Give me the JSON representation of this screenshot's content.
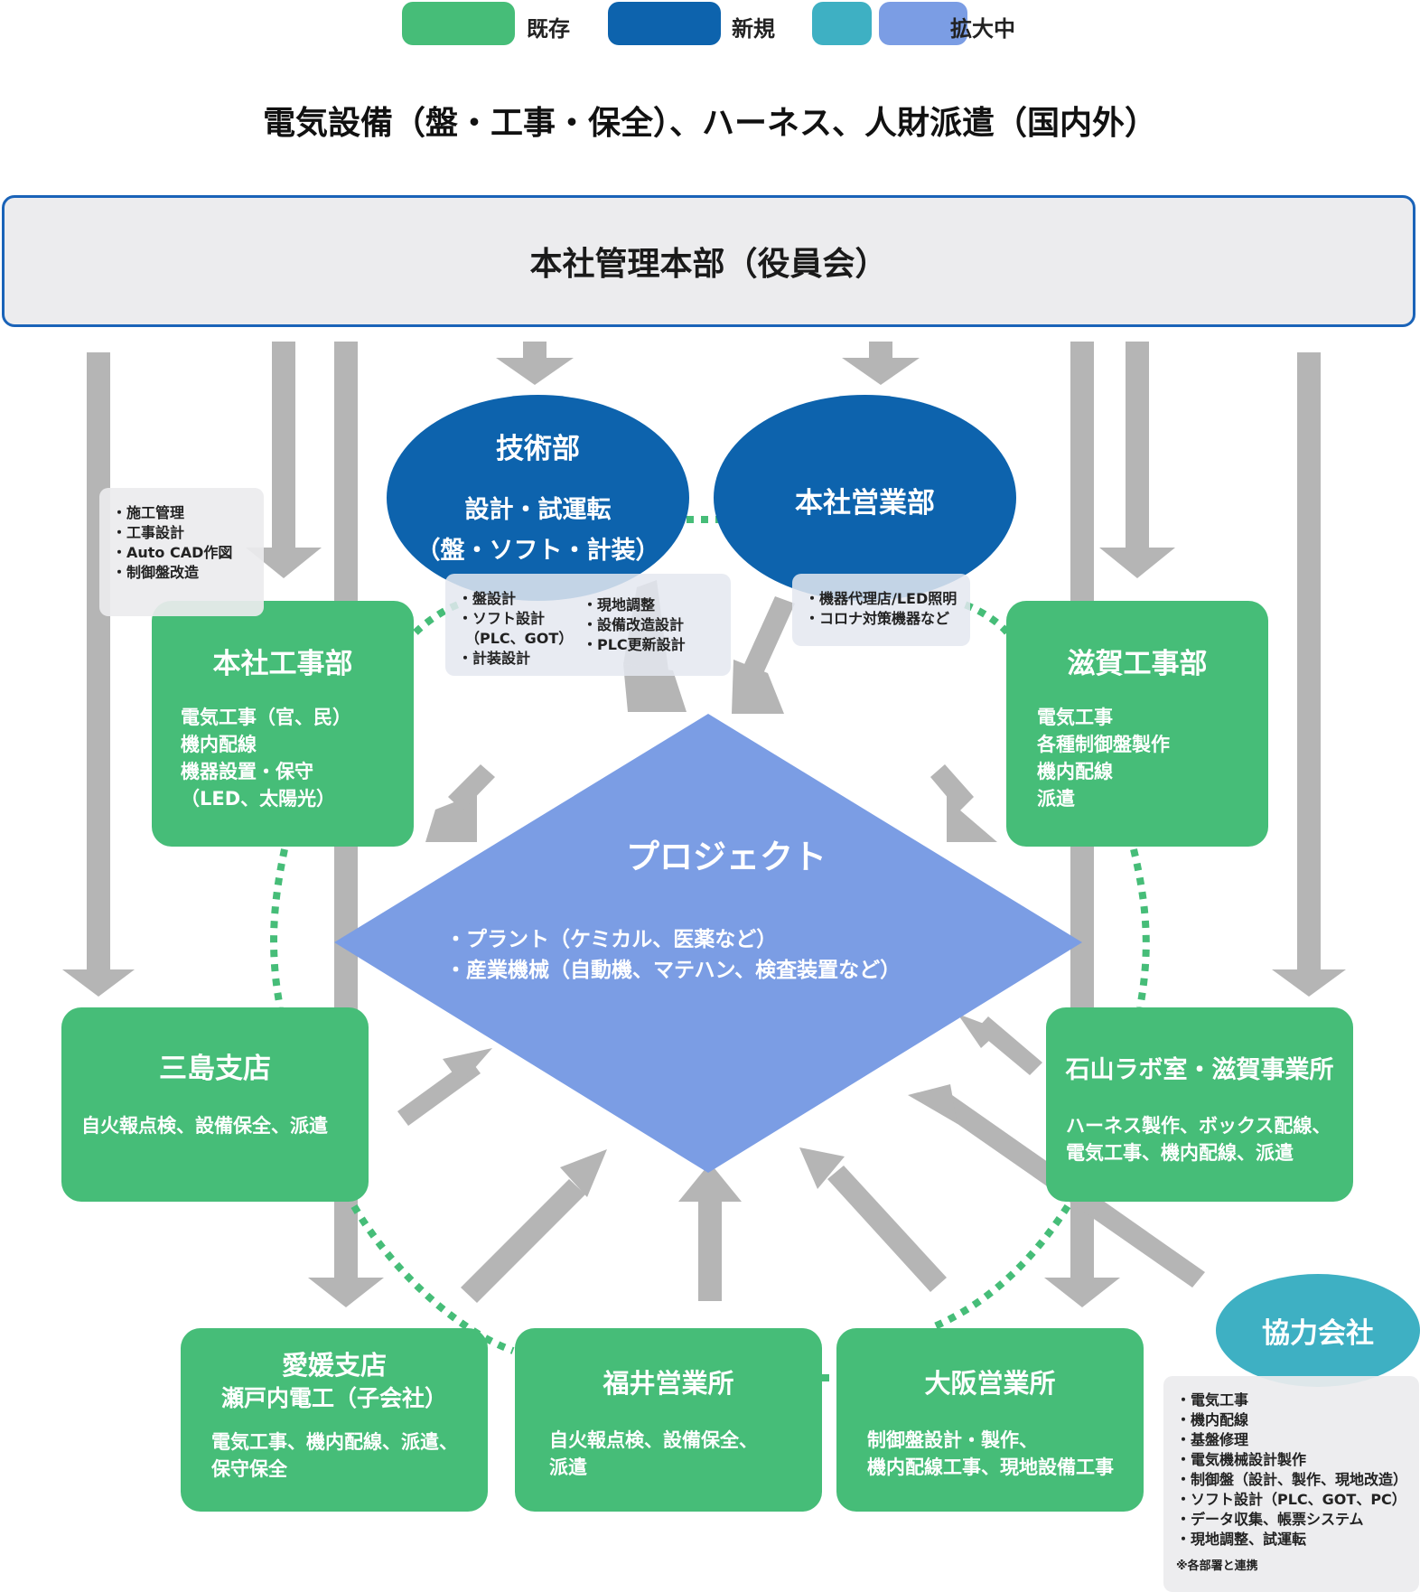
{
  "legend": {
    "existing": {
      "label": "既存",
      "color": "#46bd78"
    },
    "new": {
      "label": "新規",
      "color": "#0d63ad"
    },
    "expanding": {
      "label": "拡大中",
      "colors": [
        "#3eb0c3",
        "#7b9de4"
      ]
    }
  },
  "title": "電気設備（盤・工事・保全）、ハーネス、人財派遣（国内外）",
  "headquarters": "本社管理本部（役員会）",
  "tech_dept": {
    "name": "技術部",
    "sub1": "設計・試運転",
    "sub2": "（盤・ソフト・計装）",
    "notes_left": [
      "・盤設計",
      "・ソフト設計",
      "　（PLC、GOT）",
      "・計装設計"
    ],
    "notes_right": [
      "・現地調整",
      "・設備改造設計",
      "・PLC更新設計"
    ]
  },
  "sales_dept": {
    "name": "本社営業部",
    "notes": [
      "・機器代理店/LED照明",
      "・コロナ対策機器など"
    ]
  },
  "honsha_koji": {
    "name": "本社工事部",
    "desc": "電気工事（官、民）\n機内配線\n機器設置・保守\n（LED、太陽光）",
    "notes": [
      "・施工管理",
      "・工事設計",
      "・Auto CAD作図",
      "・制御盤改造"
    ]
  },
  "shiga_koji": {
    "name": "滋賀工事部",
    "desc": "電気工事\n各種制御盤製作\n機内配線\n派遣"
  },
  "project": {
    "name": "プロジェクト",
    "items": [
      "・プラント（ケミカル、医薬など）",
      "・産業機械（自動機、マテハン、検査装置など）"
    ]
  },
  "mishima": {
    "name": "三島支店",
    "desc": "自火報点検、設備保全、派遣"
  },
  "ishiyama": {
    "name": "石山ラボ室・滋賀事業所",
    "desc": "ハーネス製作、ボックス配線、\n電気工事、機内配線、派遣"
  },
  "ehime": {
    "name": "愛媛支店",
    "sub": "瀬戸内電工（子会社）",
    "desc": "電気工事、機内配線、派遣、\n保守保全"
  },
  "fukui": {
    "name": "福井営業所",
    "desc": "自火報点検、設備保全、\n派遣"
  },
  "osaka": {
    "name": "大阪営業所",
    "desc": "制御盤設計・製作、\n機内配線工事、現地設備工事"
  },
  "partner": {
    "name": "協力会社",
    "notes": [
      "・電気工事",
      "・機内配線",
      "・基盤修理",
      "・電気機械設計製作",
      "・制御盤（設計、製作、現地改造）",
      "・ソフト設計（PLC、GOT、PC）",
      "・データ収集、帳票システム",
      "・現地調整、試運転"
    ],
    "footnote": "※各部署と連携"
  },
  "colors": {
    "arrow": "#b5b5b5",
    "dots": "#46bd78",
    "new": "#0d63ad",
    "project": "#7b9de4",
    "partner": "#3eb0c3"
  }
}
